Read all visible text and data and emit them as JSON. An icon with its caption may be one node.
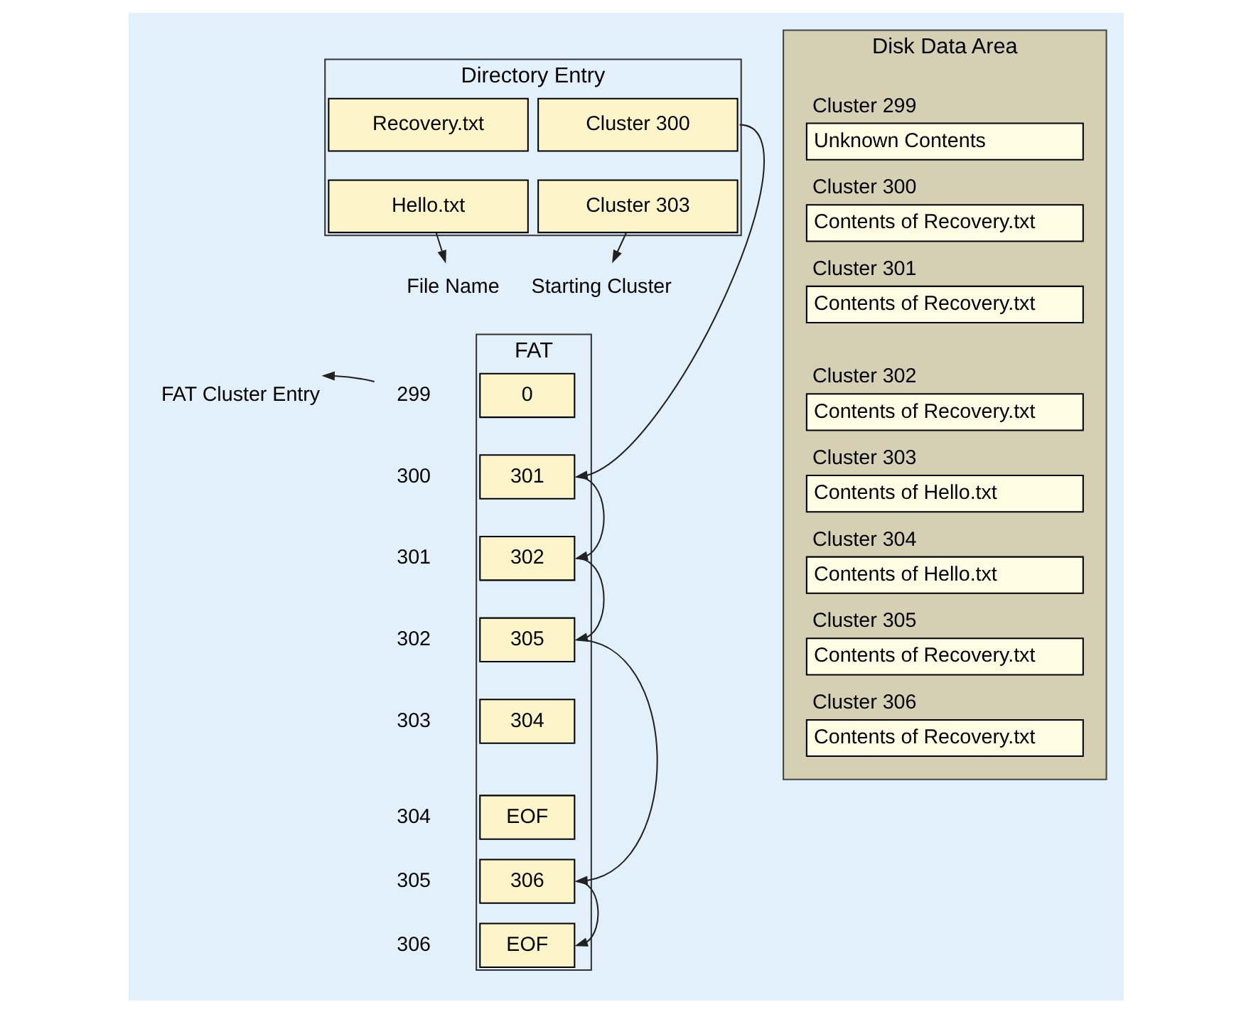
{
  "diagram": {
    "nodes": [
      {
        "text": [
          "Directory Entry"
        ]
      },
      {
        "text": [
          "Recovery.txt"
        ],
        "in": 0
      },
      {
        "text": [
          "Cluster 300"
        ],
        "in": 0
      },
      {
        "text": [
          "Hello.txt"
        ],
        "in": 0
      },
      {
        "text": [
          "Cluster 303"
        ],
        "in": 0
      },
      {
        "text": [
          "File Name"
        ]
      },
      {
        "text": [
          "Starting Cluster"
        ]
      },
      {
        "text": [
          "FAT"
        ]
      },
      {
        "text": [
          "0"
        ],
        "in": 7
      },
      {
        "text": [
          "301"
        ],
        "in": 7
      },
      {
        "text": [
          "302"
        ],
        "in": 7
      },
      {
        "text": [
          "305"
        ],
        "in": 7
      },
      {
        "text": [
          "304"
        ],
        "in": 7
      },
      {
        "text": [
          "EOF"
        ],
        "in": 7
      },
      {
        "text": [
          "306"
        ],
        "in": 7
      },
      {
        "text": [
          "EOF"
        ],
        "in": 7
      },
      {
        "text": [
          "299"
        ]
      },
      {
        "text": [
          "FAT Cluster Entry"
        ]
      },
      {
        "text": [
          "Disk Data Area"
        ]
      },
      {
        "text": [
          "Cluster 299",
          "Unknown Contents"
        ],
        "in": 18
      },
      {
        "text": [
          "Cluster 300",
          "Contents of Recovery.txt"
        ],
        "in": 18
      },
      {
        "text": [
          "Cluster 301",
          "Contents of Recovery.txt"
        ],
        "in": 18
      },
      {
        "text": [
          "Cluster 302",
          "Contents of Recovery.txt"
        ],
        "in": 18
      },
      {
        "text": [
          "Cluster 303",
          "Contents of Hello.txt"
        ],
        "in": 18
      },
      {
        "text": [
          "Cluster 304",
          "Contents of Hello.txt"
        ],
        "in": 18
      },
      {
        "text": [
          "Cluster 305",
          "Contents of Recovery.txt"
        ],
        "in": 18
      },
      {
        "text": [
          "Cluster 306",
          "Contents of Recovery.txt"
        ],
        "in": 18
      }
    ],
    "edges": [
      {
        "from": 3,
        "to": 5,
        "arrow": "to"
      },
      {
        "from": 4,
        "to": 6,
        "arrow": "to"
      },
      {
        "from": 2,
        "to": 9,
        "arrow": "to"
      },
      {
        "from": 9,
        "to": 10,
        "arrow": "to"
      },
      {
        "from": 10,
        "to": 11,
        "arrow": "to"
      },
      {
        "from": 11,
        "to": 14,
        "arrow": "to"
      },
      {
        "from": 14,
        "to": 15,
        "arrow": "to"
      },
      {
        "from": 16,
        "to": 17,
        "arrow": "to"
      }
    ],
    "labels": [
      "300",
      "301",
      "302",
      "303",
      "304",
      "305",
      "306"
    ]
  }
}
